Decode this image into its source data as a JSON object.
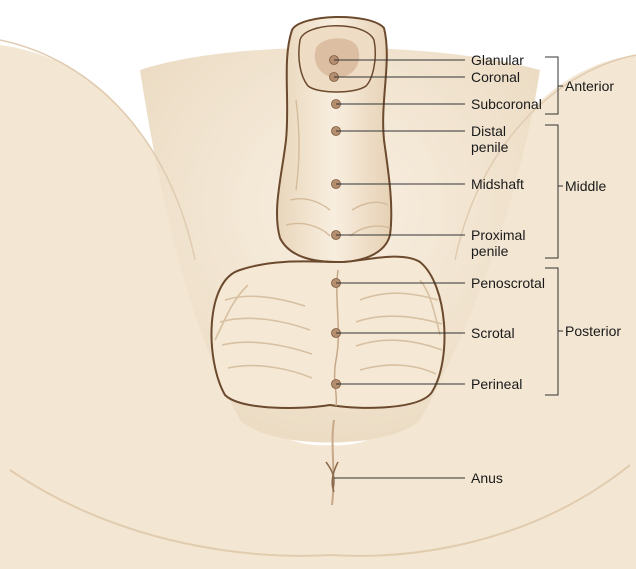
{
  "diagram": {
    "labels": {
      "glanular": "Glanular",
      "coronal": "Coronal",
      "subcoronal": "Subcoronal",
      "distal_penile_1": "Distal",
      "distal_penile_2": "penile",
      "midshaft": "Midshaft",
      "proximal_penile_1": "Proximal",
      "proximal_penile_2": "penile",
      "penoscrotal": "Penoscrotal",
      "scrotal": "Scrotal",
      "perineal": "Perineal",
      "anus": "Anus"
    },
    "groups": {
      "anterior": "Anterior",
      "middle": "Middle",
      "posterior": "Posterior"
    },
    "colors": {
      "skin": "#f6e9d6",
      "skin_shade": "#ead8bf",
      "outline": "#6b4a2e",
      "meatus": "#c9a58a",
      "dot": "#b0896a",
      "line": "#333333"
    }
  }
}
